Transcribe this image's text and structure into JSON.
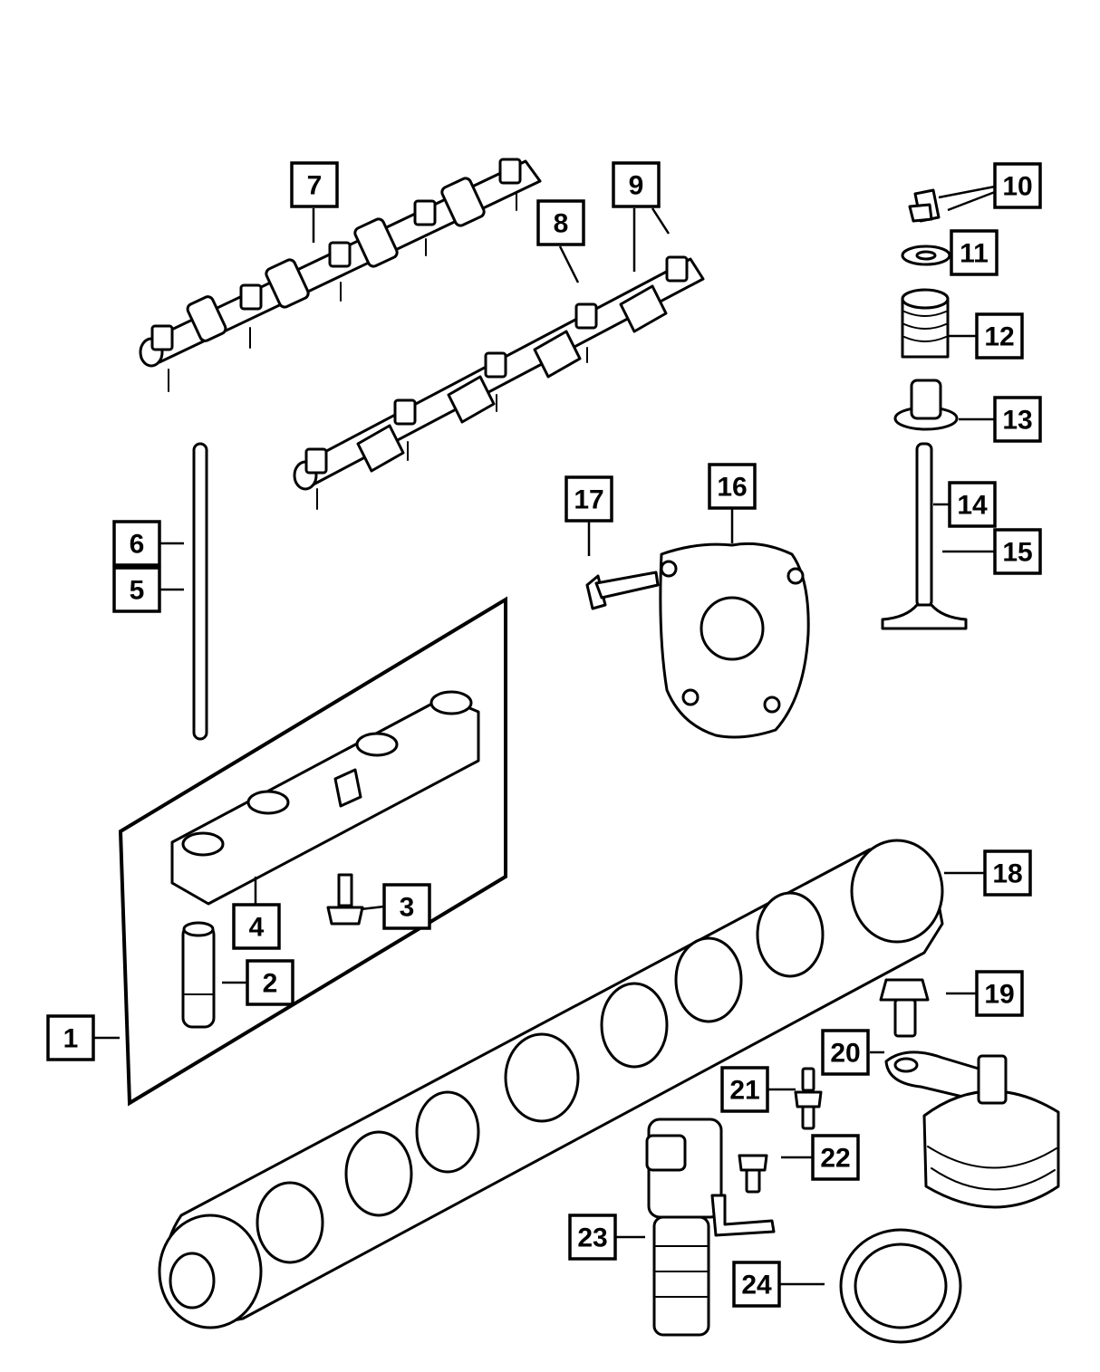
{
  "colors": {
    "ink": "#000000",
    "paper": "#ffffff"
  },
  "callouts": [
    {
      "id": "c1",
      "label": "1"
    },
    {
      "id": "c2",
      "label": "2"
    },
    {
      "id": "c3",
      "label": "3"
    },
    {
      "id": "c4",
      "label": "4"
    },
    {
      "id": "c5",
      "label": "5"
    },
    {
      "id": "c6",
      "label": "6"
    },
    {
      "id": "c7",
      "label": "7"
    },
    {
      "id": "c8",
      "label": "8"
    },
    {
      "id": "c9",
      "label": "9"
    },
    {
      "id": "c10",
      "label": "10"
    },
    {
      "id": "c11",
      "label": "11"
    },
    {
      "id": "c12",
      "label": "12"
    },
    {
      "id": "c13",
      "label": "13"
    },
    {
      "id": "c14",
      "label": "14"
    },
    {
      "id": "c15",
      "label": "15"
    },
    {
      "id": "c16",
      "label": "16"
    },
    {
      "id": "c17",
      "label": "17"
    },
    {
      "id": "c18",
      "label": "18"
    },
    {
      "id": "c19",
      "label": "19"
    },
    {
      "id": "c20",
      "label": "20"
    },
    {
      "id": "c21",
      "label": "21"
    },
    {
      "id": "c22",
      "label": "22"
    },
    {
      "id": "c23",
      "label": "23"
    },
    {
      "id": "c24",
      "label": "24"
    }
  ],
  "parts": {
    "rocker_shaft_left": "rocker-arm-shaft-assembly-icon",
    "rocker_shaft_right": "rocker-arm-shaft-assembly-icon",
    "pushrod": "pushrod-icon",
    "lifter_guide": "lifter-guide-icon",
    "lifter": "hydraulic-lifter-icon",
    "guide_bolt": "bolt-icon",
    "valve_keeper": "valve-keeper-icon",
    "spring_retainer": "spring-retainer-icon",
    "valve_spring": "valve-spring-icon",
    "valve_seal": "valve-stem-seal-icon",
    "valve": "valve-icon",
    "retainer_plate": "camshaft-retainer-plate-icon",
    "plate_screw": "flat-head-screw-icon",
    "camshaft": "camshaft-icon",
    "sensor_bolt": "bolt-icon",
    "cam_sensor": "camshaft-position-sensor-icon",
    "solenoid_bolt_1": "bolt-icon",
    "solenoid_bolt_2": "bolt-icon",
    "oil_control_solenoid": "oil-control-solenoid-icon",
    "seal_ring": "seal-ring-icon"
  }
}
